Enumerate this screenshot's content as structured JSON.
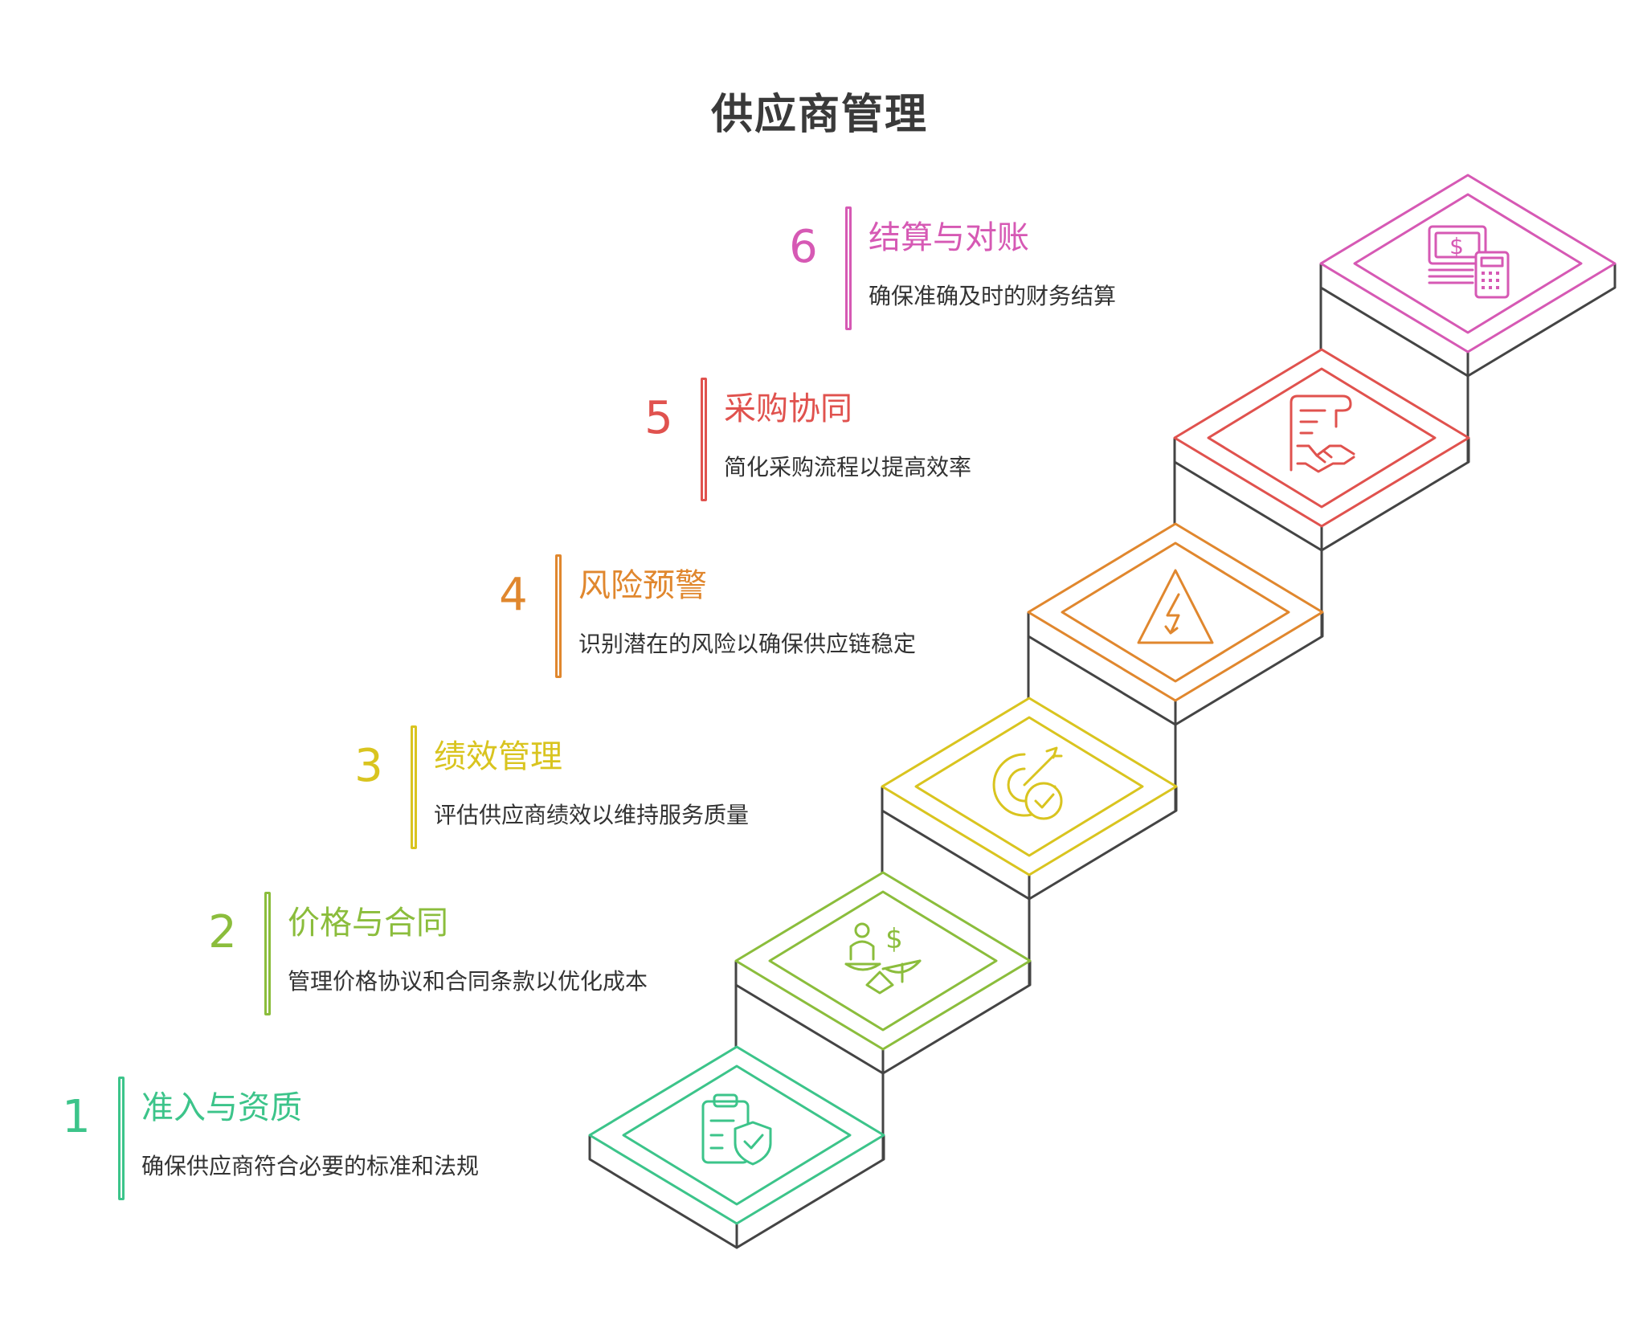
{
  "title": "供应商管理",
  "steps": [
    {
      "number": "1",
      "label": "准入与资质",
      "desc": "确保供应商符合必要的标准和法规",
      "color": "#3cc48a",
      "icon": "clipboard-shield-icon"
    },
    {
      "number": "2",
      "label": "价格与合同",
      "desc": "管理价格协议和合同条款以优化成本",
      "color": "#8bbd3c",
      "icon": "scale-dollar-icon"
    },
    {
      "number": "3",
      "label": "绩效管理",
      "desc": "评估供应商绩效以维持服务质量",
      "color": "#d9c41f",
      "icon": "target-check-icon"
    },
    {
      "number": "4",
      "label": "风险预警",
      "desc": "识别潜在的风险以确保供应链稳定",
      "color": "#e0872e",
      "icon": "warning-triangle-icon"
    },
    {
      "number": "5",
      "label": "采购协同",
      "desc": "简化采购流程以提高效率",
      "color": "#e0524e",
      "icon": "contract-handshake-icon"
    },
    {
      "number": "6",
      "label": "结算与对账",
      "desc": "确保准确及时的财务结算",
      "color": "#d659b4",
      "icon": "money-calculator-icon"
    }
  ]
}
